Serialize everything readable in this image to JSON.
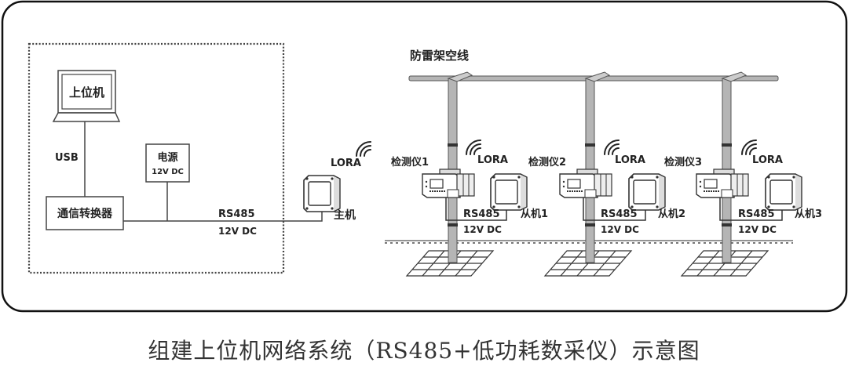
{
  "caption": "组建上位机网络系统（RS485+低功耗数采仪）示意图",
  "control_room": {
    "host_pc": "上位机",
    "usb_label": "USB",
    "power_supply": {
      "title": "电源",
      "spec": "12V DC"
    },
    "converter": "通信转换器"
  },
  "trunk_line": {
    "protocol": "RS485",
    "power": "12V DC"
  },
  "master": {
    "label": "主机",
    "wireless": "LORA"
  },
  "overhead_line": "防雷架空线",
  "stations": [
    {
      "detector": "检测仪1",
      "wireless": "LORA",
      "protocol": "RS485",
      "power": "12V DC",
      "slave": "从机1"
    },
    {
      "detector": "检测仪2",
      "wireless": "LORA",
      "protocol": "RS485",
      "power": "12V DC",
      "slave": "从机2"
    },
    {
      "detector": "检测仪3",
      "wireless": "LORA",
      "protocol": "RS485",
      "power": "12V DC",
      "slave": "从机3"
    }
  ],
  "colors": {
    "line": "#333333",
    "pole": "#b5b5b5",
    "pole_edge": "#555555",
    "frame": "#111111"
  }
}
